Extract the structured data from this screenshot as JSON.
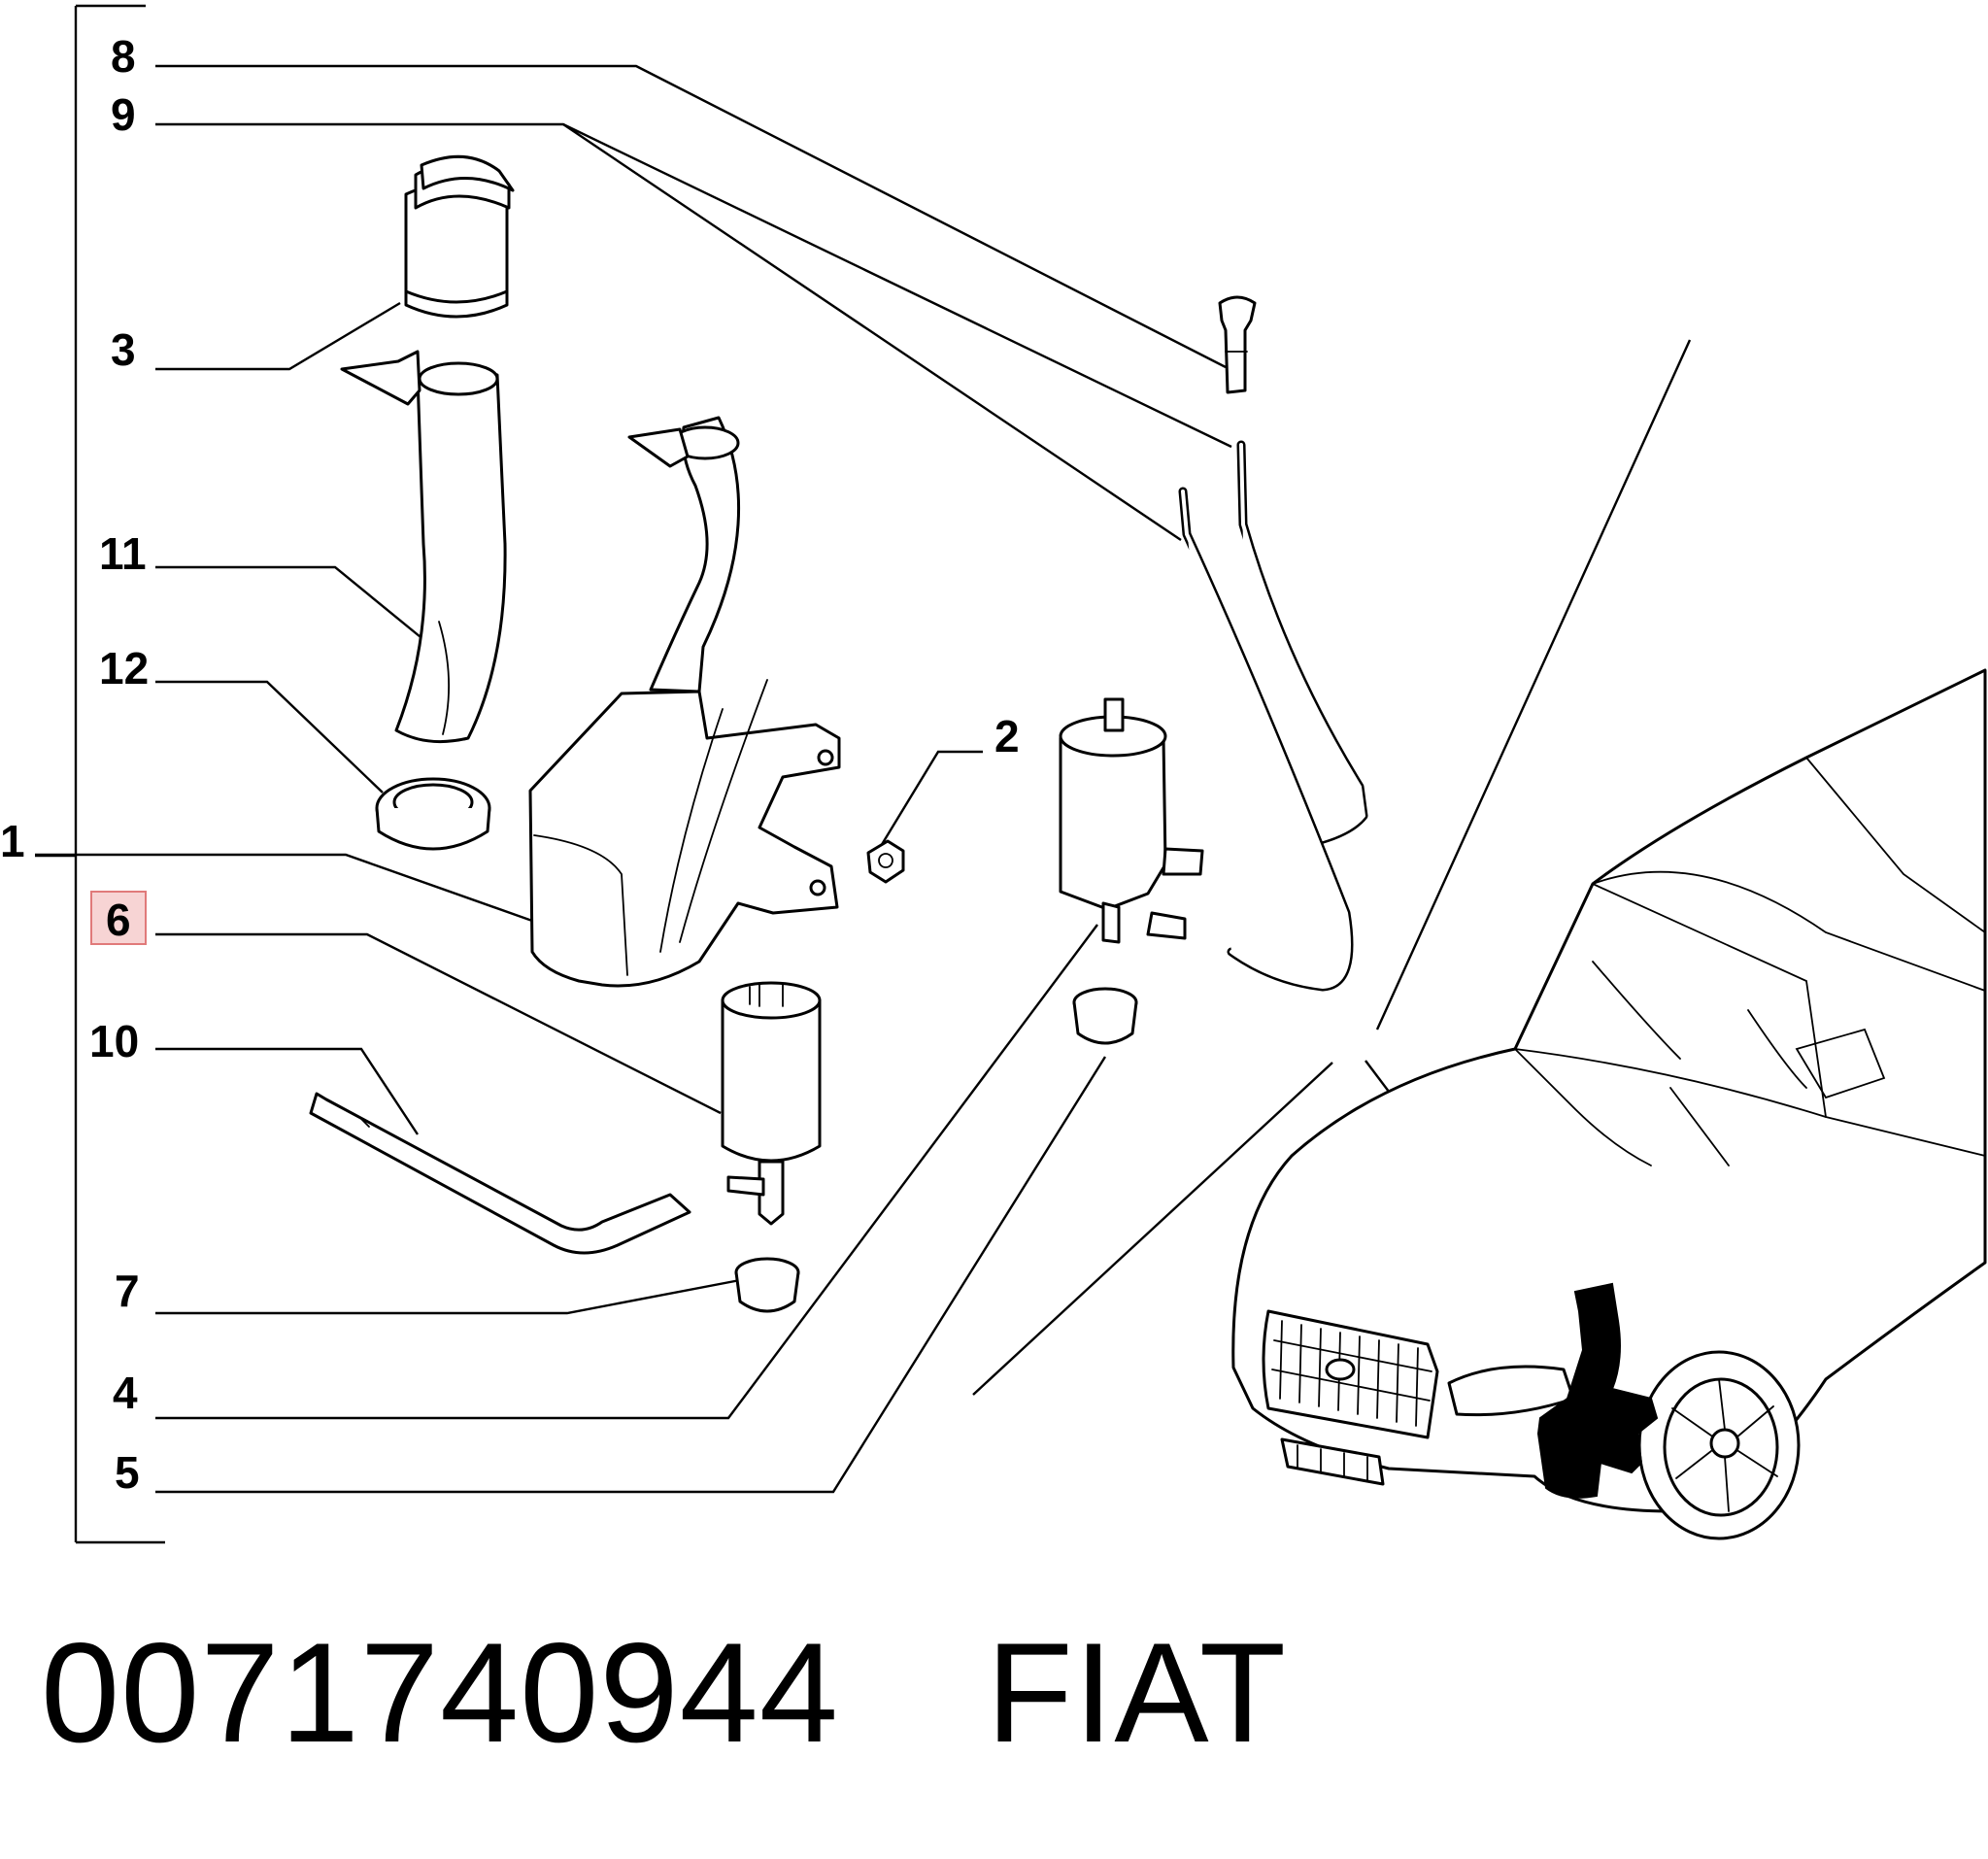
{
  "diagram": {
    "callouts": [
      "8",
      "9",
      "3",
      "11",
      "12",
      "1",
      "6",
      "10",
      "7",
      "4",
      "5",
      "2"
    ],
    "highlighted_callout": "6",
    "highlight_color": "#f7d4d4",
    "highlight_border_color": "#e07a7a"
  },
  "footer": {
    "part_number": "0071740944",
    "brand": "FIAT"
  }
}
